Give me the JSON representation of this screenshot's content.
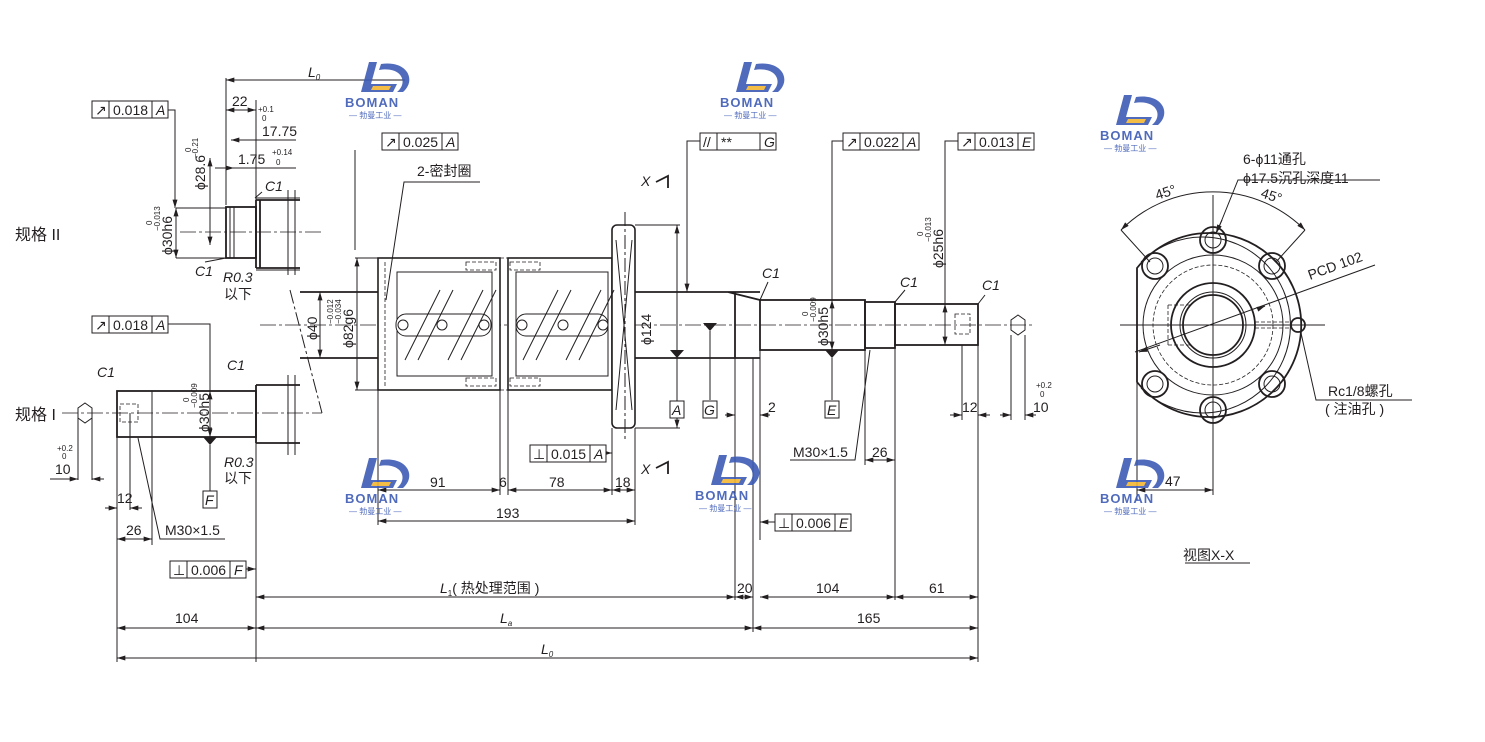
{
  "watermark": {
    "brand": "BOMAN",
    "sub": "— 勃曼工业 —",
    "colors": {
      "blue": "#3d5bb5",
      "yellow": "#f2b632"
    }
  },
  "spec_labels": {
    "spec2": "规格 II",
    "spec1": "规格 I"
  },
  "gdt_frames": [
    {
      "symbol": "↗",
      "value": "0.018",
      "datum": "A"
    },
    {
      "symbol": "↗",
      "value": "0.018",
      "datum": "A"
    },
    {
      "symbol": "↗",
      "value": "0.025",
      "datum": "A"
    },
    {
      "symbol": "//",
      "value": "**",
      "datum": "G"
    },
    {
      "symbol": "↗",
      "value": "0.022",
      "datum": "A"
    },
    {
      "symbol": "↗",
      "value": "0.013",
      "datum": "E"
    },
    {
      "symbol": "⊥",
      "value": "0.015",
      "datum": "A"
    },
    {
      "symbol": "⊥",
      "value": "0.006",
      "datum": "E"
    },
    {
      "symbol": "⊥",
      "value": "0.006",
      "datum": "F"
    }
  ],
  "datums": {
    "A": "A",
    "G": "G",
    "E": "E",
    "F": "F"
  },
  "section": {
    "x": "X",
    "view_label": "视图X-X"
  },
  "dims": {
    "L0": "L",
    "L0_sub": "0",
    "L1": "L",
    "L1_sub": "1",
    "L1_note": "( 热处理范围 )",
    "La": "L",
    "La_sub": "a",
    "d22": "22",
    "d1775": "17.75",
    "d1775_tol_up": "+0.1",
    "d1775_tol_lo": "0",
    "d175": "1.75",
    "d175_tol_up": "+0.14",
    "d175_tol_lo": "0",
    "phi286": "ϕ28.6",
    "phi286_tol_up": "0",
    "phi286_tol_lo": "−0.21",
    "phi30h6": "ϕ30h6",
    "phi30h6_tol_up": "0",
    "phi30h6_tol_lo": "−0.013",
    "phi30h5": "ϕ30h5",
    "phi30h5_tol_up": "0",
    "phi30h5_tol_lo": "−0.009",
    "phi40": "ϕ40",
    "phi82g6": "ϕ82g6",
    "phi82g6_tol_up": "−0.012",
    "phi82g6_tol_lo": "−0.034",
    "phi124": "ϕ124",
    "phi25h6": "ϕ25h6",
    "phi25h6_tol_up": "0",
    "phi25h6_tol_lo": "−0.013",
    "C1": "C1",
    "R03": "R0.3",
    "below": "以下",
    "seal": "2-密封圈",
    "d91": "91",
    "d6": "6",
    "d78": "78",
    "d18": "18",
    "d193": "193",
    "d2": "2",
    "thread": "M30×1.5",
    "d26": "26",
    "d12": "12",
    "d10": "10",
    "d10_tol_up": "+0.2",
    "d10_tol_lo": "0",
    "d20": "20",
    "d104": "104",
    "d61": "61",
    "d165": "165"
  },
  "view": {
    "holes": "6-ϕ11通孔",
    "counterbore": "ϕ17.5沉孔深度11",
    "angle": "45°",
    "pcd": "PCD 102",
    "oil_thread": "Rc1/8螺孔",
    "oil_note": "( 注油孔 )",
    "d47": "47"
  }
}
